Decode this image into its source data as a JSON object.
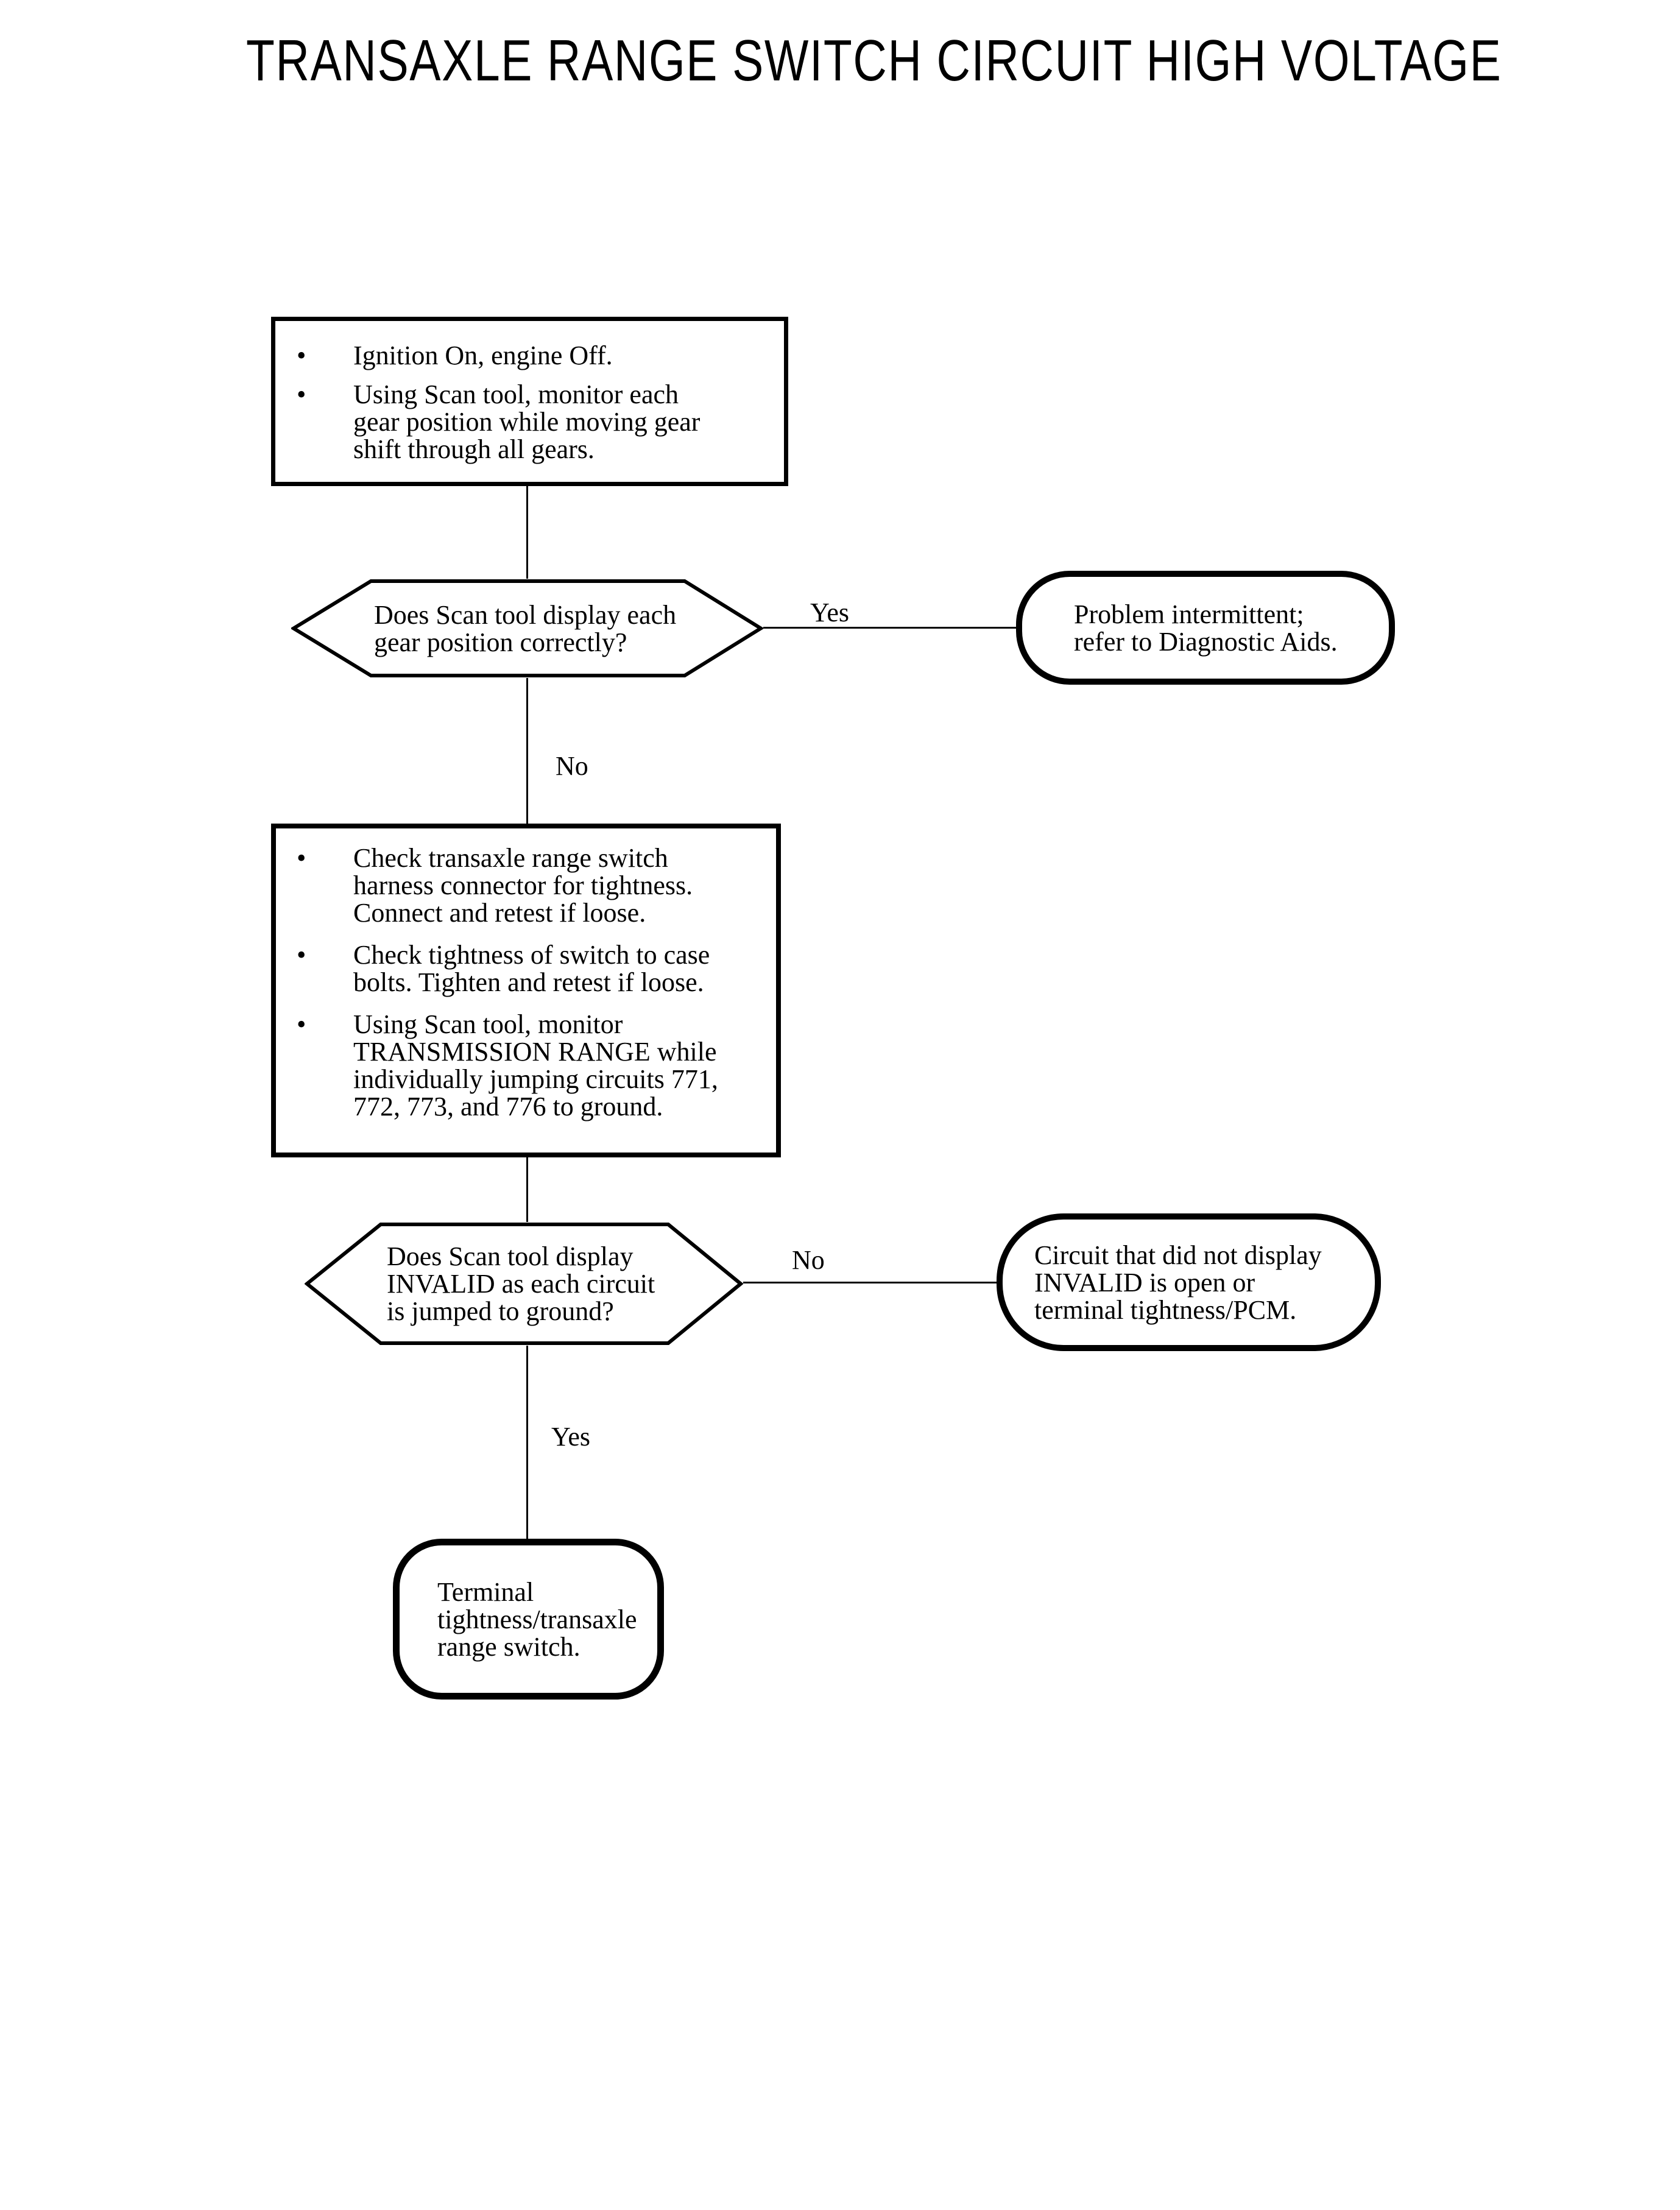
{
  "title": "TRANSAXLE RANGE SWITCH CIRCUIT HIGH VOLTAGE",
  "colors": {
    "ink": "#000000",
    "paper": "#ffffff"
  },
  "glyphs": {
    "bullet": "•"
  },
  "branches": {
    "yes1": "Yes",
    "no1": "No",
    "no2": "No",
    "yes2": "Yes"
  },
  "nodes": {
    "start": {
      "bullets": [
        [
          "Ignition On, engine Off."
        ],
        [
          "Using Scan tool, monitor each",
          "gear position while moving gear",
          "shift through all gears."
        ]
      ]
    },
    "decision_gear": {
      "lines": [
        "Does Scan tool display each",
        "gear position correctly?"
      ]
    },
    "terminal_intermittent": {
      "lines": [
        "Problem intermittent;",
        "refer to Diagnostic Aids."
      ]
    },
    "checks": {
      "bullets": [
        [
          "Check transaxle range switch",
          "harness connector for tightness.",
          "Connect and retest if loose."
        ],
        [
          "Check tightness of switch to case",
          "bolts. Tighten and retest if loose."
        ],
        [
          "Using Scan tool, monitor",
          "TRANSMISSION RANGE while",
          "individually jumping circuits 771,",
          "772, 773, and 776 to ground."
        ]
      ]
    },
    "decision_invalid": {
      "lines": [
        "Does Scan tool display",
        "INVALID as each circuit",
        "is jumped to ground?"
      ]
    },
    "terminal_circuit_open": {
      "lines": [
        "Circuit that did not display",
        "INVALID is open or",
        "terminal tightness/PCM."
      ]
    },
    "terminal_range_switch": {
      "lines": [
        "Terminal",
        "tightness/transaxle",
        "range switch."
      ]
    }
  }
}
